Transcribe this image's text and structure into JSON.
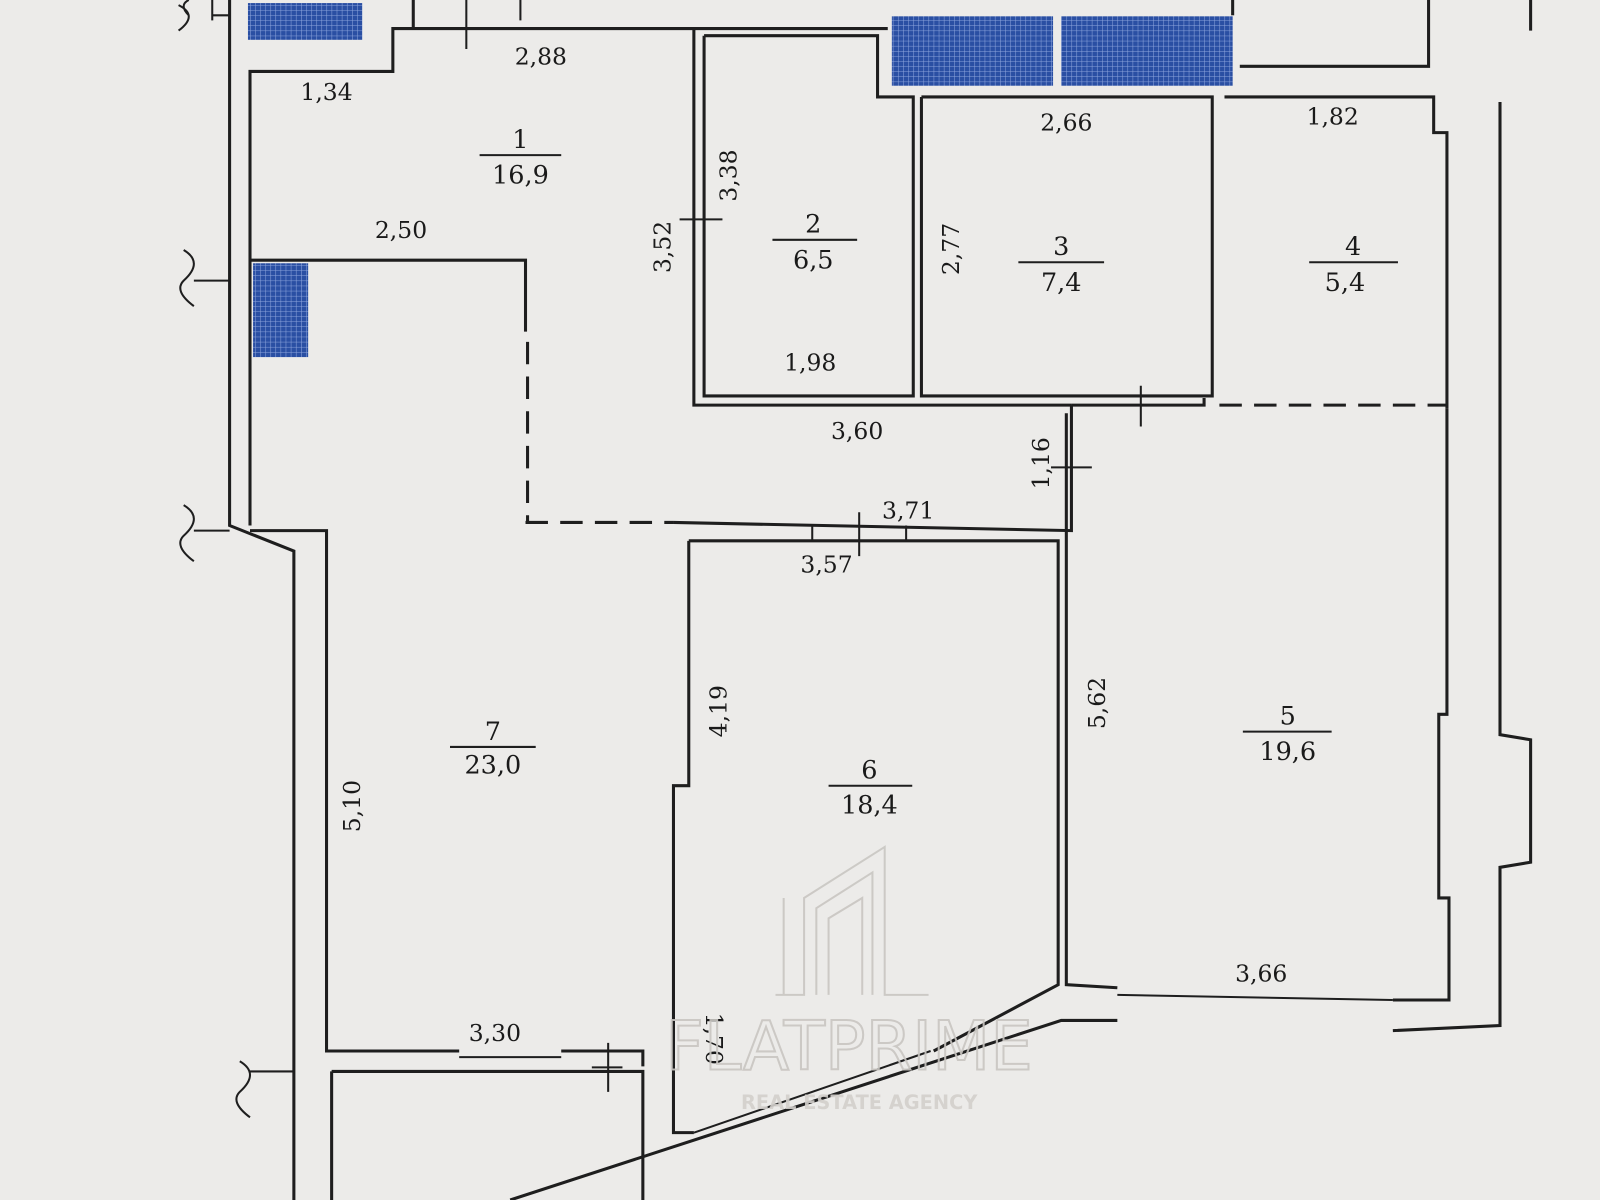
{
  "rooms": [
    {
      "number": "1",
      "area": "16,9"
    },
    {
      "number": "2",
      "area": "6,5"
    },
    {
      "number": "3",
      "area": "7,4"
    },
    {
      "number": "4",
      "area": "5,4"
    },
    {
      "number": "5",
      "area": "19,6"
    },
    {
      "number": "6",
      "area": "18,4"
    },
    {
      "number": "7",
      "area": "23,0"
    }
  ],
  "dimensions": [
    "2,88",
    "1,34",
    "3,38",
    "3,52",
    "2,50",
    "2,66",
    "1,82",
    "2,77",
    "1,98",
    "3,60",
    "1,16",
    "3,71",
    "3,57",
    "4,19",
    "5,62",
    "5,10",
    "3,30",
    "1,70",
    "3,66"
  ],
  "watermark": {
    "brand": "FLATPRIME",
    "tagline": "REAL ESTATE AGENCY"
  },
  "colors": {
    "wall": "#1e1e1e",
    "radiator": "#2a4fa3",
    "paper": "#ecebe9"
  }
}
